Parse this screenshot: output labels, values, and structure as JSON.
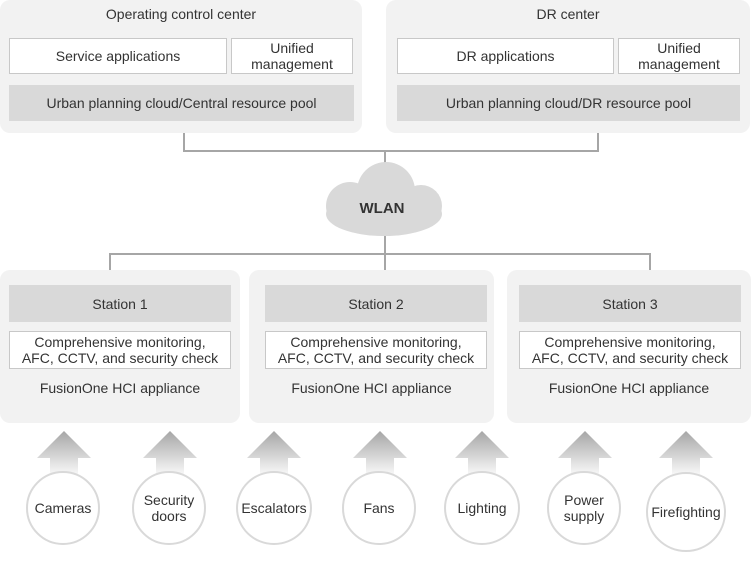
{
  "top": {
    "occ": {
      "title": "Operating control center",
      "apps": "Service applications",
      "mgmt_line1": "Unified",
      "mgmt_line2": "management",
      "pool": "Urban planning cloud/Central resource pool"
    },
    "dr": {
      "title": "DR center",
      "apps": "DR applications",
      "mgmt_line1": "Unified",
      "mgmt_line2": "management",
      "pool": "Urban planning cloud/DR resource pool"
    }
  },
  "network": {
    "label": "WLAN"
  },
  "stations": [
    {
      "name": "Station 1",
      "services_line1": "Comprehensive monitoring,",
      "services_line2": "AFC, CCTV, and security check",
      "appliance": "FusionOne HCI appliance"
    },
    {
      "name": "Station 2",
      "services_line1": "Comprehensive monitoring,",
      "services_line2": "AFC, CCTV, and security check",
      "appliance": "FusionOne HCI appliance"
    },
    {
      "name": "Station 3",
      "services_line1": "Comprehensive monitoring,",
      "services_line2": "AFC, CCTV, and security check",
      "appliance": "FusionOne HCI appliance"
    }
  ],
  "devices": [
    {
      "line1": "Cameras",
      "line2": ""
    },
    {
      "line1": "Security",
      "line2": "doors"
    },
    {
      "line1": "Escalators",
      "line2": ""
    },
    {
      "line1": "Fans",
      "line2": ""
    },
    {
      "line1": "Lighting",
      "line2": ""
    },
    {
      "line1": "Power",
      "line2": "supply"
    },
    {
      "line1": "Firefighting",
      "line2": ""
    }
  ],
  "colors": {
    "panel": "#f2f2f2",
    "bar": "#d9d9d9",
    "line": "#a6a6a6",
    "cloud": "#d9d9d9"
  }
}
